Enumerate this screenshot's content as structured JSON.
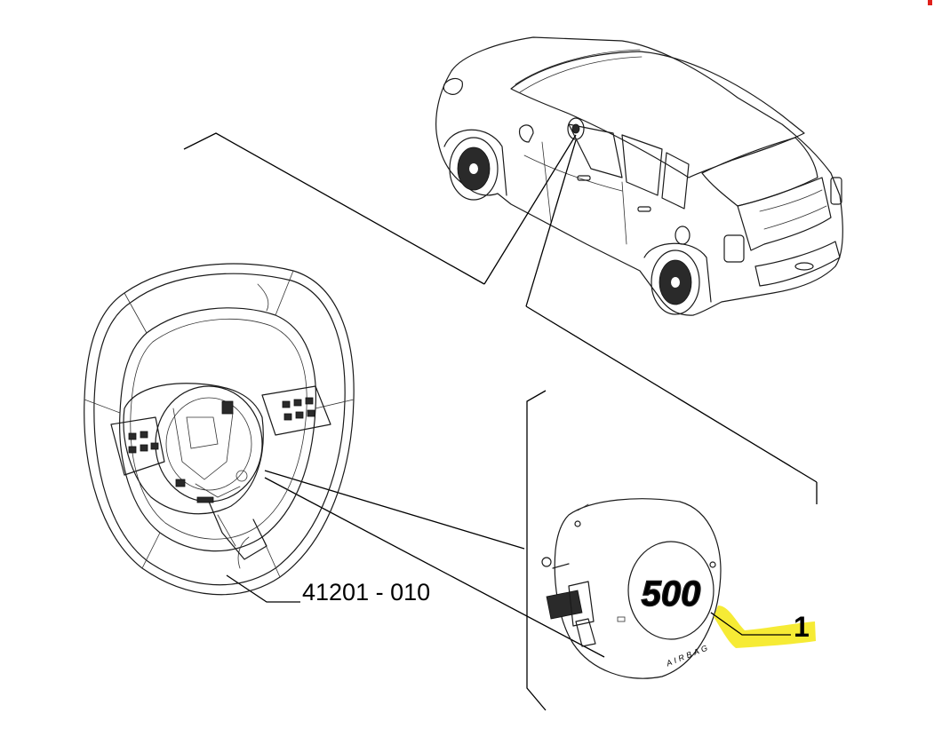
{
  "part_number_label": "41201 - 010",
  "callout_number": "1",
  "airbag_cover_text": "AIRBAG",
  "logo_text": "500",
  "colors": {
    "line": "#1a1a1a",
    "highlight": "#f5ea2a",
    "background": "#ffffff",
    "corner_mark": "#e0201b"
  }
}
